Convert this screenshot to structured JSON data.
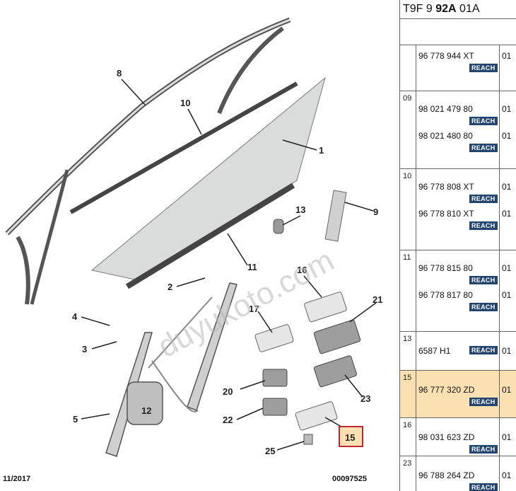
{
  "header": {
    "code_a": "T9F 9 ",
    "code_b": "92A",
    "code_c": " 01A"
  },
  "badge_text": "REACH",
  "diagram": {
    "callouts": [
      "8",
      "10",
      "1",
      "13",
      "9",
      "11",
      "16",
      "2",
      "17",
      "21",
      "4",
      "3",
      "20",
      "23",
      "5",
      "22",
      "25",
      "12",
      "15"
    ],
    "watermark": "duyukoto.com",
    "date": "11/2017",
    "code": "00097525"
  },
  "groups": [
    {
      "ref": "",
      "rows": [
        {
          "part": "96 778 944 XT",
          "qty": "01",
          "reach": true
        }
      ]
    },
    {
      "ref": "09",
      "rows": [
        {
          "part": "98 021 479 80",
          "qty": "01",
          "reach": true
        },
        {
          "part": "98 021 480 80",
          "qty": "01",
          "reach": true
        }
      ]
    },
    {
      "ref": "10",
      "rows": [
        {
          "part": "96 778 808 XT",
          "qty": "01",
          "reach": true
        },
        {
          "part": "96 778 810 XT",
          "qty": "01",
          "reach": true
        }
      ]
    },
    {
      "ref": "11",
      "rows": [
        {
          "part": "96 778 815 80",
          "qty": "01",
          "reach": true
        },
        {
          "part": "96 778 817 80",
          "qty": "01",
          "reach": true
        }
      ]
    },
    {
      "ref": "13",
      "rows": [
        {
          "part": "6587 H1",
          "qty": "01",
          "reach": true
        }
      ]
    },
    {
      "ref": "15",
      "highlight": true,
      "rows": [
        {
          "part": "96 777 320 ZD",
          "qty": "01",
          "reach": true
        }
      ]
    },
    {
      "ref": "16",
      "rows": [
        {
          "part": "98 031 623 ZD",
          "qty": "01",
          "reach": true
        }
      ]
    },
    {
      "ref": "23",
      "rows": [
        {
          "part": "96 788 264 ZD",
          "qty": "01",
          "reach": true
        }
      ]
    }
  ],
  "colors": {
    "highlight": "#fbe0b2",
    "badge_bg": "#22446e",
    "callout_box": "#c0262c"
  }
}
